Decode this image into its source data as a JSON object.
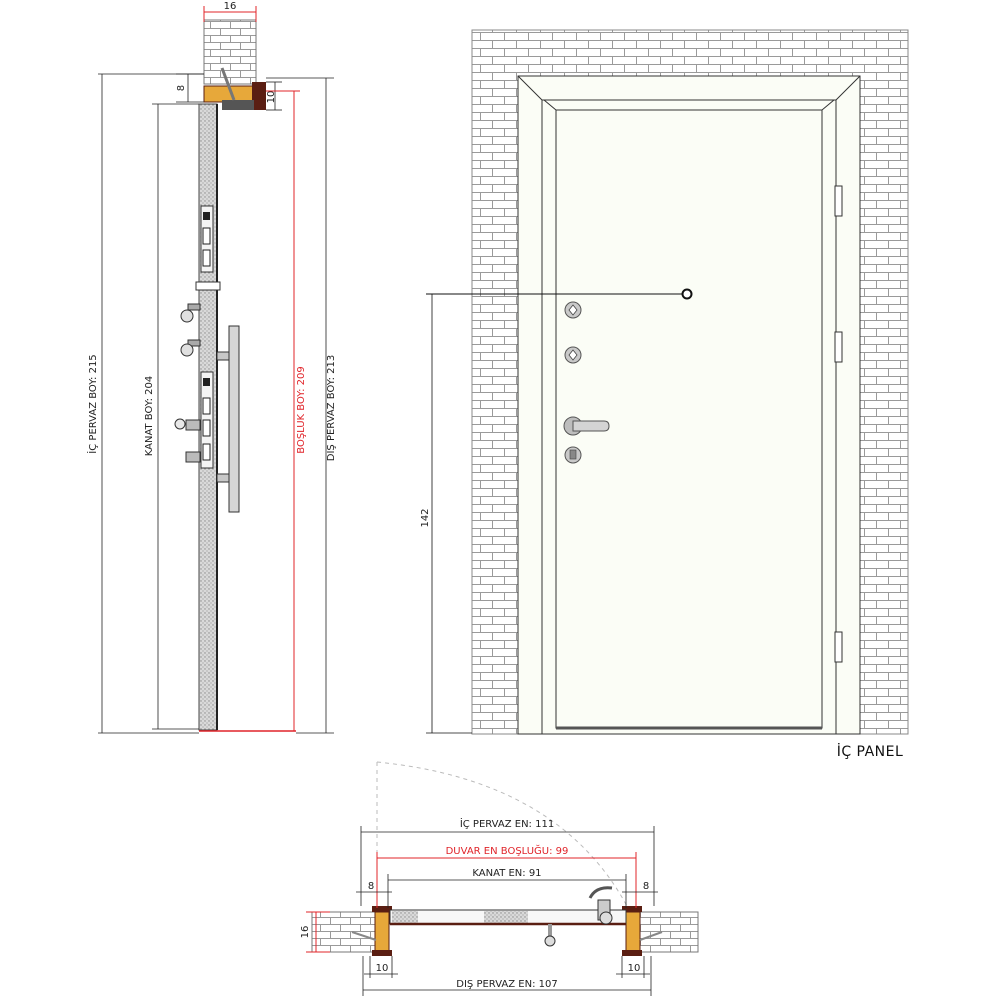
{
  "side_section": {
    "top_wall_width": "16",
    "top_offset": "8",
    "frame_thickness": "10",
    "ic_pervaz_boy": "İÇ PERVAZ BOY: 215",
    "kanat_boy": "KANAT BOY: 204",
    "bosluk_boy": "BOŞLUK BOY: 209",
    "dis_pervaz_boy": "DIŞ PERVAZ BOY: 213"
  },
  "front_elevation": {
    "handle_height": "142",
    "caption": "İÇ PANEL"
  },
  "plan_section": {
    "ic_pervaz_en": "İÇ PERVAZ EN: 111",
    "duvar_en_boslugu": "DUVAR EN BOŞLUĞU: 99",
    "kanat_en": "KANAT EN: 91",
    "left_gap": "8",
    "right_gap": "8",
    "wall_depth": "16",
    "left_frame": "10",
    "right_frame": "10",
    "dis_pervaz_en": "DIŞ PERVAZ EN: 107"
  },
  "colors": {
    "red_dimension": "#e0242a",
    "wood_frame": "#e7a83a",
    "frame_dark": "#5a1e12",
    "door_panel": "#fbfdf6"
  }
}
